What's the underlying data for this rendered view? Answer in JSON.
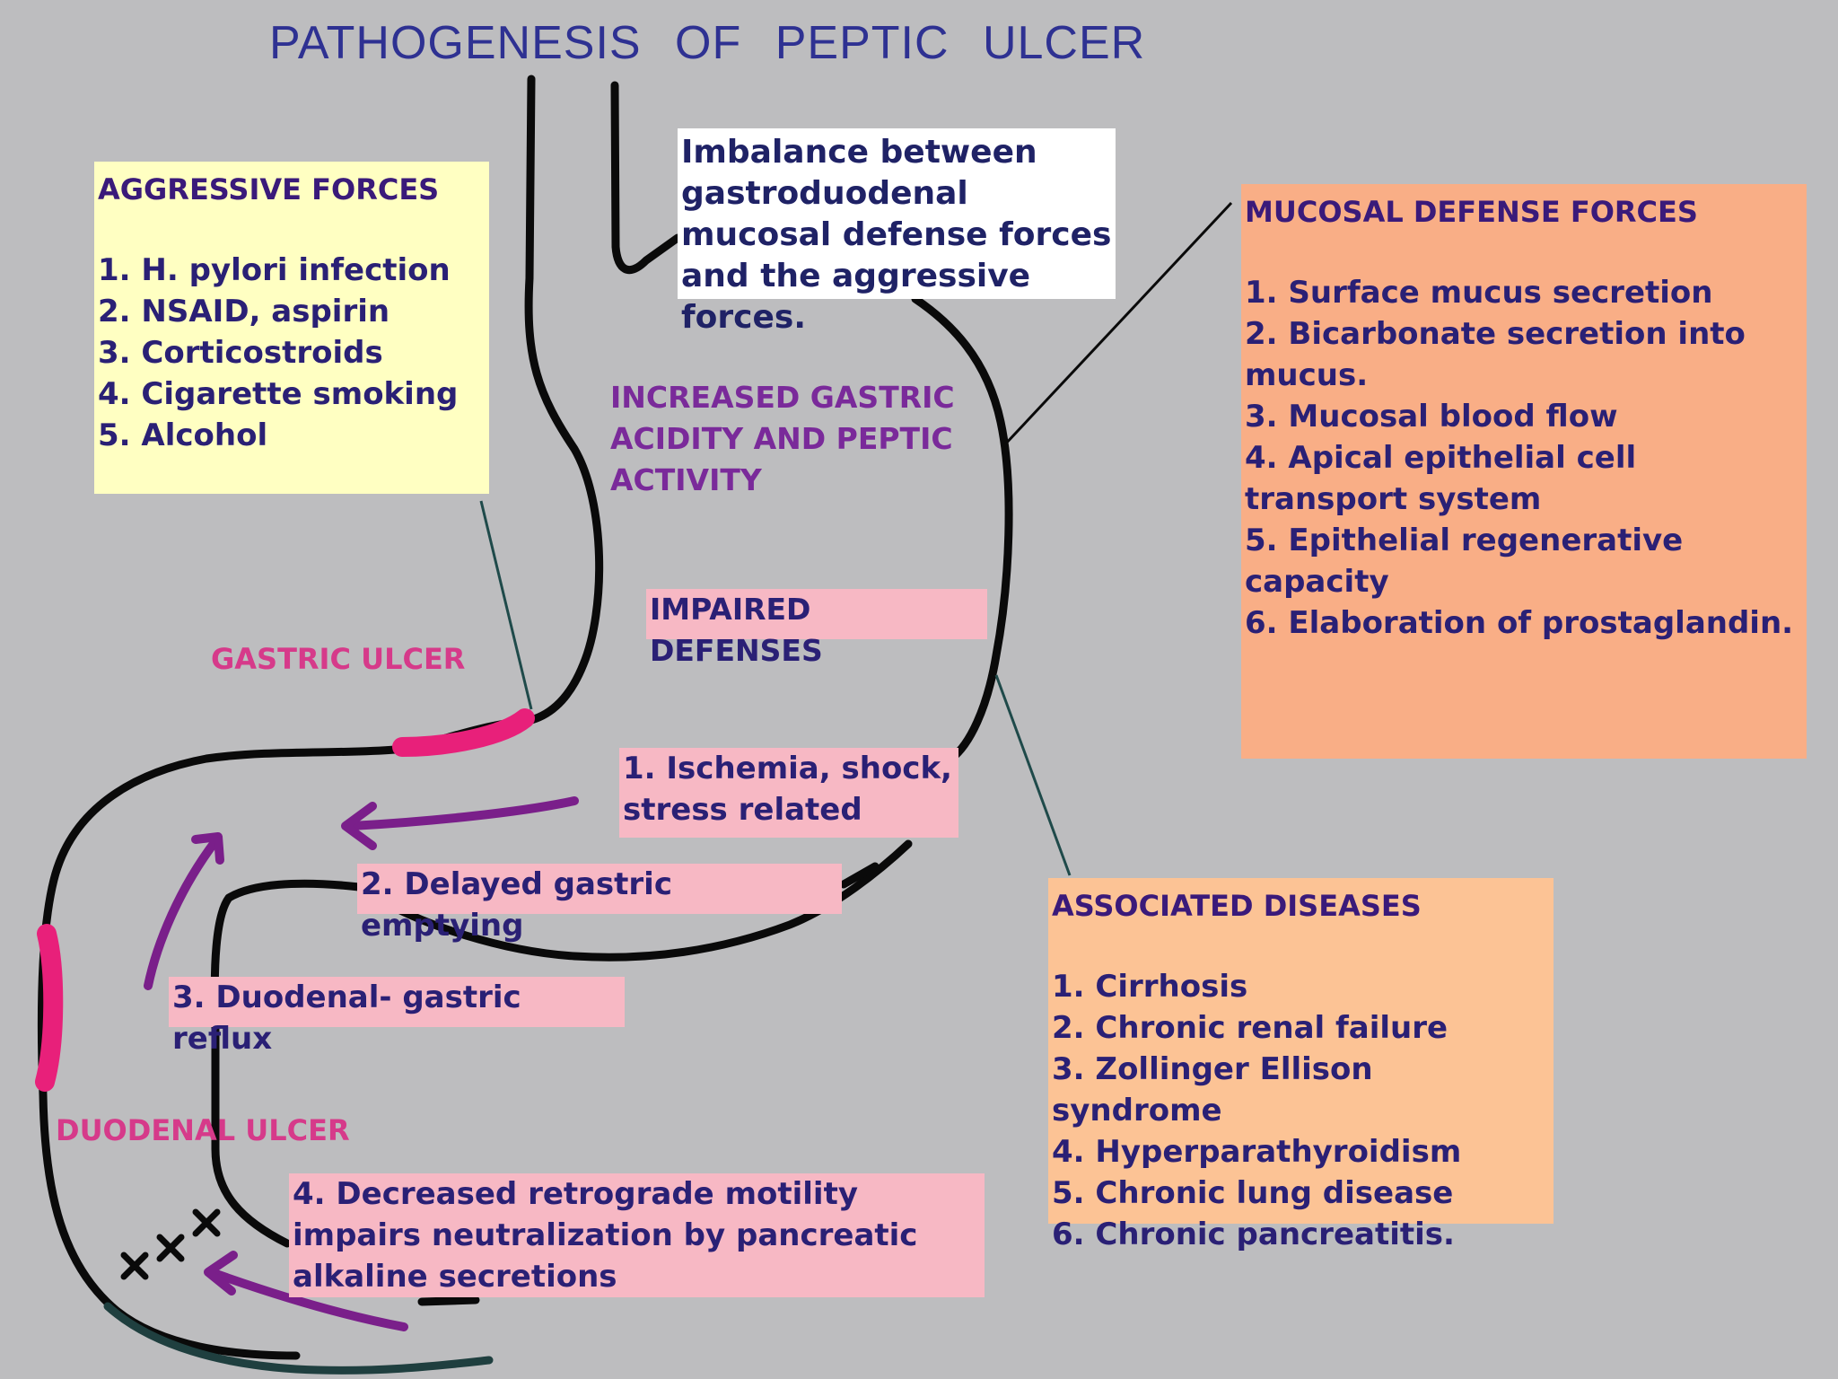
{
  "title": "PATHOGENESIS   OF   PEPTIC   ULCER",
  "aggressive": {
    "heading": "AGGRESSIVE FORCES",
    "items": [
      "1. H. pylori infection",
      "2. NSAID, aspirin",
      "3. Corticostroids",
      "4. Cigarette smoking",
      "5. Alcohol"
    ]
  },
  "imbalance": "Imbalance between gastroduodenal mucosal defense forces and the aggressive forces.",
  "mucosal_defense": {
    "heading": "MUCOSAL DEFENSE FORCES",
    "items": [
      "1. Surface mucus secretion",
      "2. Bicarbonate secretion into mucus.",
      "3. Mucosal blood flow",
      "4. Apical epithelial cell transport system",
      "5. Epithelial regenerative capacity",
      "6. Elaboration of prostaglandin."
    ]
  },
  "increased_acidity": "INCREASED GASTRIC ACIDITY AND PEPTIC ACTIVITY",
  "impaired_defenses": "IMPAIRED DEFENSES",
  "gastric_ulcer": "GASTRIC ULCER",
  "duodenal_ulcer": "DUODENAL ULCER",
  "ischemia": "1. Ischemia, shock, stress related",
  "delayed_emptying": "2. Delayed gastric emptying",
  "reflux": "3. Duodenal- gastric reflux",
  "retrograde": "4. Decreased retrograde motility impairs neutralization by pancreatic alkaline secretions",
  "associated": {
    "heading": "ASSOCIATED DISEASES",
    "items": [
      "1. Cirrhosis",
      "2. Chronic renal failure",
      "3. Zollinger Ellison syndrome",
      "4. Hyperparathyroidism",
      "5. Chronic lung disease",
      "6. Chronic pancreatitis."
    ]
  },
  "colors": {
    "background": "#bdbdbf",
    "outline": "#0a0a0a",
    "ulcer_mark": "#e8207a",
    "arrow": "#7a1f8a",
    "connector": "#1f4a4a"
  }
}
